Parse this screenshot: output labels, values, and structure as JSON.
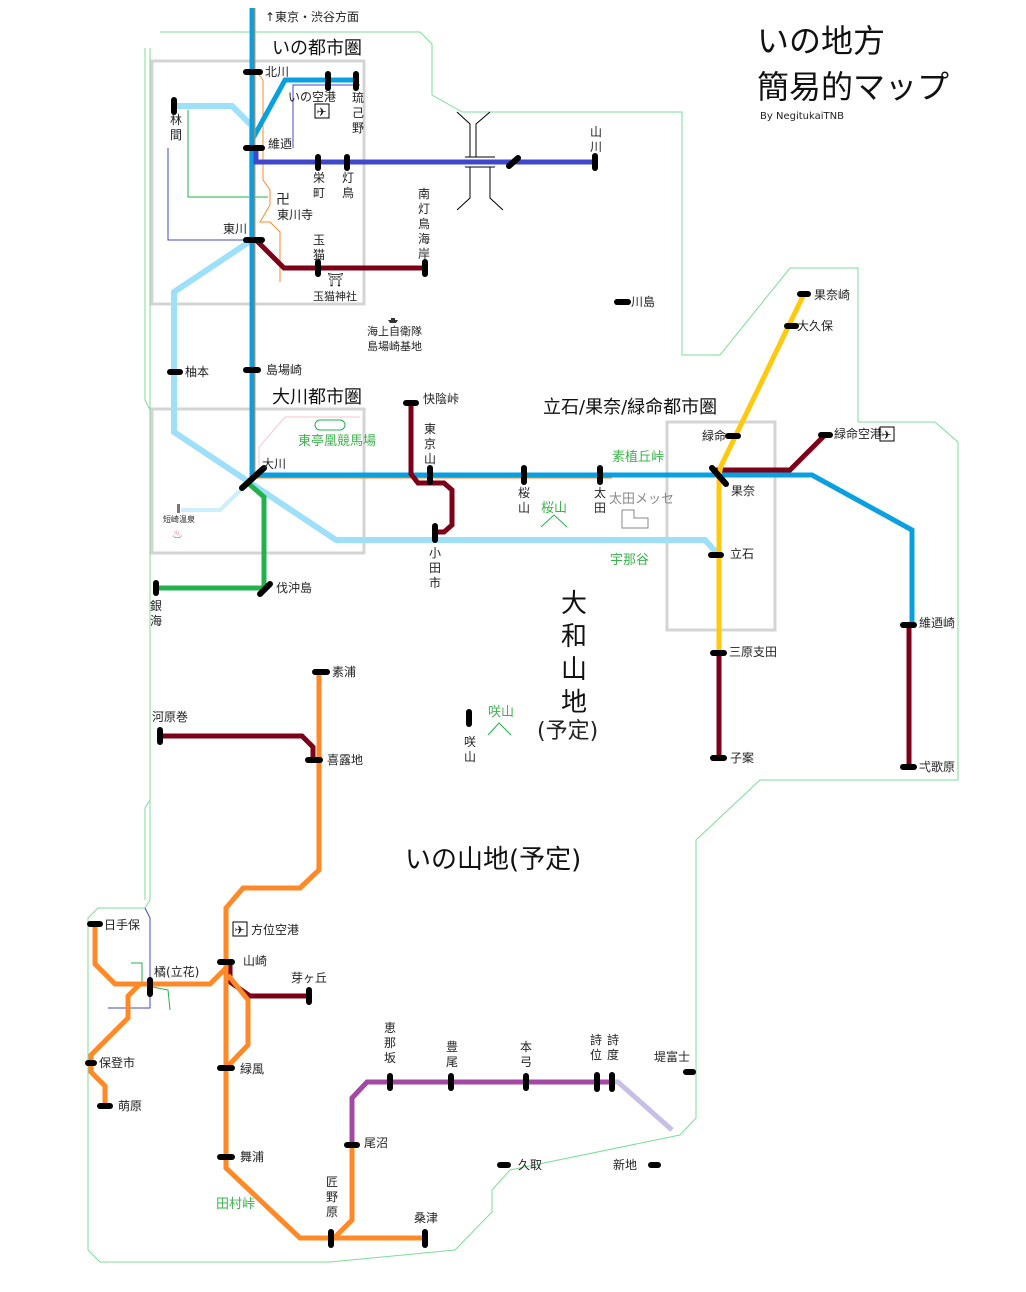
{
  "title": {
    "line1": "いの地方",
    "line2": "簡易的マップ",
    "credit": "By NegitukaiTNB"
  },
  "colors": {
    "region_outline": "#7fdc9a",
    "city_box": "#d4d4d4",
    "line_blue": "#0aa0e0",
    "line_lightblue": "#9ee0fa",
    "line_indigo": "#3f48cc",
    "line_maroon": "#7d0019",
    "line_green": "#22b14c",
    "line_orange": "#ff8827",
    "line_yellow": "#ffc90e",
    "line_purple": "#a349a4",
    "line_lavender": "#c8bfe7",
    "station": "#000000",
    "landmark_green": "#3cb44b"
  },
  "direction_label": "↑東京・渋谷方面",
  "areas": {
    "ino_city": "いの都市圏",
    "okawa_city": "大川都市圏",
    "tateishi_city": "立石/果奈/緑命都市圏",
    "yamato_mountains": [
      "大",
      "和",
      "山",
      "地",
      "(予定)"
    ],
    "ino_mountains": "いの山地(予定)"
  },
  "stations": {
    "kitagawa": "北川",
    "ino_airport": "いの空港",
    "ruminoya": "琉己野",
    "rinma": "林間",
    "isho": "維迺",
    "sakaemachi": "栄町",
    "tobishima": "灯鳥",
    "minami_tobishima_kaigan": "南灯鳥海岸",
    "higashikawa": "東川",
    "tamaneko": "玉猫",
    "yamakawa": "山川",
    "kawashima": "川島",
    "yuzumoto": "柚本",
    "shimabazaki": "島場崎",
    "okawa": "大川",
    "kaiintoge": "快陰峠",
    "tokyoyama": "東京山",
    "odashi": "小田市",
    "sakurayama": "桜山",
    "ota": "太田",
    "kanasaki": "果奈崎",
    "okubo": "大久保",
    "midorimei": "緑命",
    "midorimei_airport": "緑命空港",
    "kana": "果奈",
    "tateishi": "立石",
    "mihara_shiden": "三原支田",
    "koan": "子案",
    "ishosaki": "維迺崎",
    "shikikahara": "弌歌原",
    "batsuokijima": "伐沖島",
    "ginkai": "銀海",
    "soura": "素浦",
    "sakiyama": "咲山",
    "kawaramaki": "河原巻",
    "kirochi": "喜露地",
    "hoi_airport": "方位空港",
    "hiteho": "日手保",
    "tachibana": "橘(立花)",
    "yamazaki": "山崎",
    "megaoka": "芽ヶ丘",
    "hotoichi": "保登市",
    "moehara": "萌原",
    "ryokufu": "緑風",
    "maiura": "舞浦",
    "takumino_hara": "匠野原",
    "kuwazu": "桑津",
    "onuma": "尾沼",
    "enasaka": "恵那坂",
    "toyoo": "豊尾",
    "hongyu": "本弓",
    "kudori": "久取",
    "shii": "詩位",
    "shido": "詩度",
    "teifuji": "堤富士",
    "shinchi": "新地"
  },
  "landmarks": {
    "higashikawa_temple": "東川寺",
    "tamaneko_shrine": "玉猫神社",
    "navy_base_line1": "海上自衛隊",
    "navy_base_line2": "島場崎基地",
    "racecourse": "東亭凰競馬場",
    "onsen": "短崎温泉",
    "sakurayama_mountain": "桜山",
    "ota_messe": "太田メッセ",
    "sochioka_pass": "素植丘峠",
    "unaya": "宇那谷",
    "sakiyama_mountain": "咲山",
    "tamura_pass": "田村峠"
  },
  "icons": {
    "airport": "✈",
    "temple": "卍",
    "shrine": "⛩",
    "onsen": "♨"
  }
}
